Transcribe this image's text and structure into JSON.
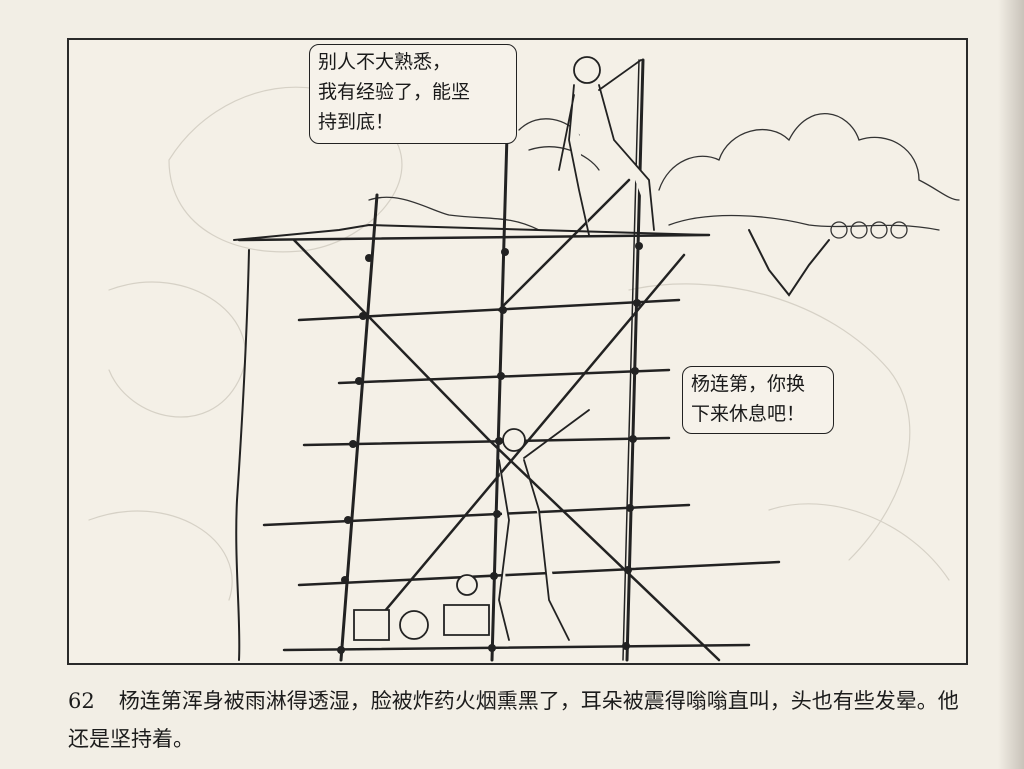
{
  "panel": {
    "speech_bubbles": [
      {
        "speaker": "top-soldier",
        "text": "别人不大熟悉，\n我有经验了，能坚\n持到底！"
      },
      {
        "speaker": "lower-soldier",
        "text": "杨连第，你换\n下来休息吧！"
      }
    ]
  },
  "caption": {
    "number": "62",
    "text": "杨连第浑身被雨淋得透湿，脸被炸药火烟熏黑了，耳朵被震得嗡嗡直叫，头也有些发晕。他还是坚持着。"
  }
}
